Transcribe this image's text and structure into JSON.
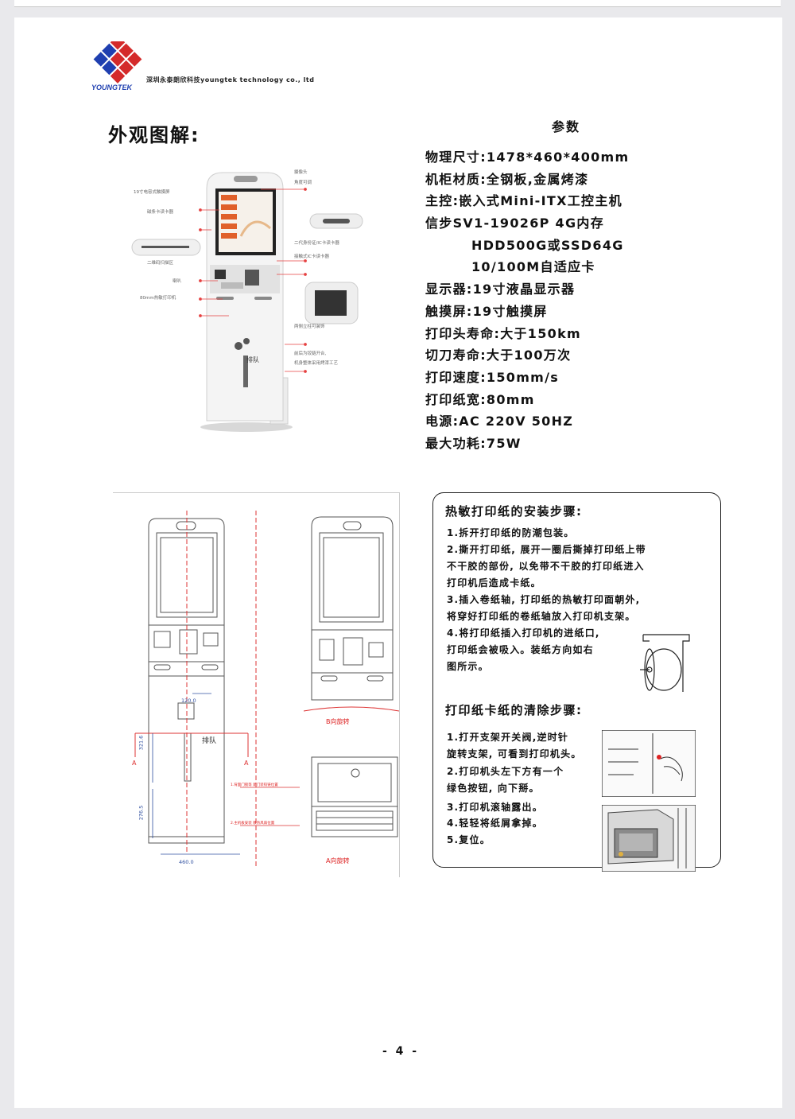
{
  "header": {
    "company_line": "深圳永泰朗欣科技youngtek technology co., ltd",
    "logo_text": "YOUNGTEK"
  },
  "section_title": "外观图解:",
  "params_title": "参数",
  "params": [
    "物理尺寸:1478*460*400mm",
    "机柜材质:全钢板,金属烤漆",
    "主控:嵌入式Mini-ITX工控主机",
    "信步SV1-19026P 4G内存",
    "HDD500G或SSD64G",
    "10/100M自适应卡",
    "显示器:19寸液晶显示器",
    "触摸屏:19寸触摸屏",
    "打印头寿命:大于150km",
    "切刀寿命:大于100万次",
    "打印速度:150mm/s",
    "打印纸宽:80mm",
    "电源:AC 220V  50HZ",
    "最大功耗:75W"
  ],
  "callouts": {
    "left": [
      "19寸电容式触摸屏",
      "磁条卡读卡器",
      "二维码扫描区",
      "喇叭",
      "80mm热敏打印机"
    ],
    "right": [
      "摄像头",
      "角度可调",
      "二代身份证/IC卡读卡器",
      "接触式IC卡读卡器",
      "两侧立柱可装饰",
      "前后为铰链开合,",
      "机身整体采用烤漆工艺"
    ],
    "side_text": "排队"
  },
  "drawing": {
    "dim_width": "460.0",
    "dim_left_upper": "321.6",
    "dim_left_lower": "276.5",
    "dim_small": "120.0",
    "section_marker": "A",
    "front_text": "排队",
    "b_view_label": "B向旋转",
    "a_view_label": "A向旋转",
    "note_1": "1.背面门锁等 新门装铰链位置",
    "note_2": "2.主机板安装 散热风扇位置"
  },
  "install_box": {
    "heading_1": "热敏打印纸的安装步骤:",
    "steps_1": [
      "1.拆开打印纸的防潮包装。",
      "2.撕开打印纸, 展开一圈后撕掉打印纸上带",
      "不干胶的部份, 以免带不干胶的打印纸进入",
      "打印机后造成卡纸。",
      "3.插入卷纸轴, 打印纸的热敏打印面朝外,",
      "将穿好打印纸的卷纸轴放入打印机支架。",
      "4.将打印纸插入打印机的进纸口,",
      "打印纸会被吸入。装纸方向如右",
      "图所示。"
    ],
    "heading_2": "打印纸卡纸的清除步骤:",
    "steps_2": [
      "1.打开支架开关阀,逆时针",
      "旋转支架, 可看到打印机头。",
      "2.打印机头左下方有一个",
      "绿色按钮, 向下掰。",
      "3.打印机滚轴露出。",
      "4.轻轻将纸屑拿掉。",
      "5.复位。"
    ]
  },
  "page_number": "- 4 -"
}
